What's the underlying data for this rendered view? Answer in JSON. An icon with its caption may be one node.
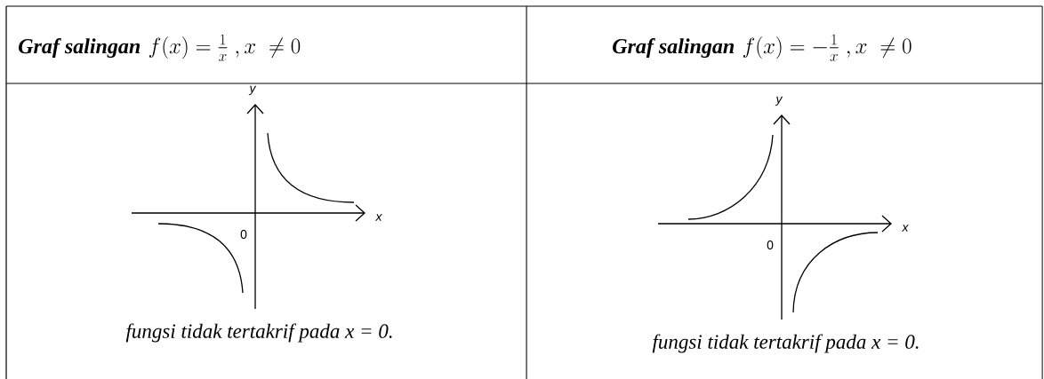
{
  "diagram": {
    "labels": [
      "Graf salingan",
      "f(x) = \\frac{1}{x} \\;, x \\;\\neq 0",
      "Graf salingan",
      "f(x) = -\\frac{1}{x} \\;, x \\;\\neq 0",
      "y",
      "x",
      "0",
      "fungsi tidak tertakrif pada x = 0.",
      "y",
      "x",
      "0",
      "fungsi tidak tertakrif pada x = 0."
    ]
  }
}
